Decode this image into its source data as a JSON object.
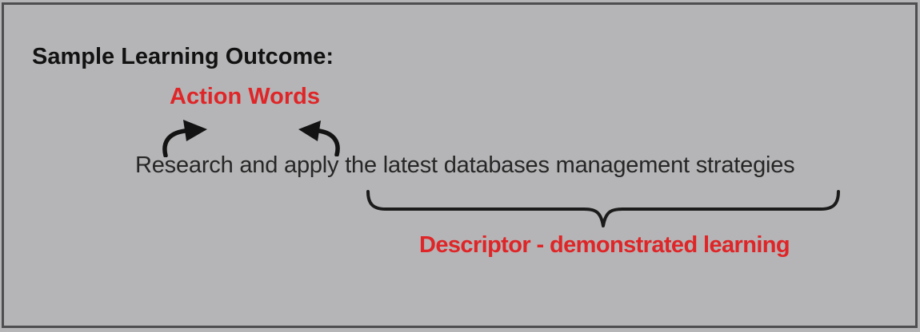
{
  "figure": {
    "title": "Sample Learning Outcome:",
    "action_words_label": "Action Words",
    "outcome_sentence": "Research and apply the latest databases management strategies",
    "descriptor_label": "Descriptor - demonstrated learning",
    "colors": {
      "background": "#b5b5b7",
      "frame_border": "#4e4e50",
      "accent_red": "#df2527",
      "heading_text": "#121212",
      "sentence_text": "#262626"
    },
    "icons": {
      "arrow_over_research": "curved-arrow-right",
      "arrow_over_apply": "curved-arrow-left",
      "phrase_grouping": "underbrace"
    }
  }
}
